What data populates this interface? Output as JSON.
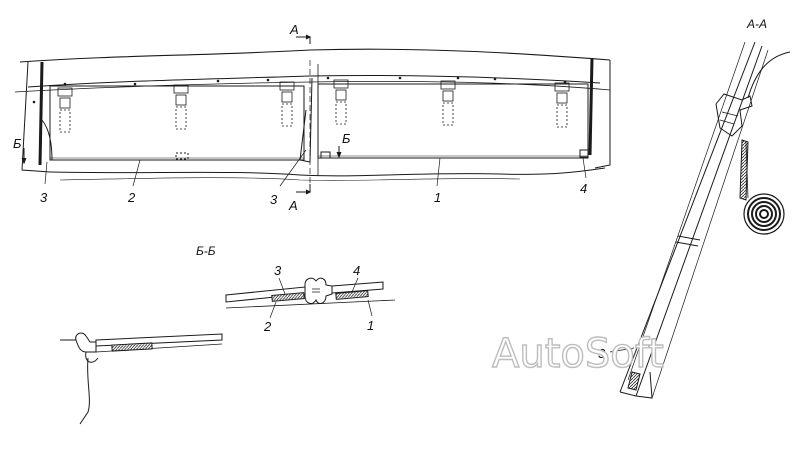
{
  "labels": {
    "panel_main_right": "1",
    "panel_main_left": "2",
    "seal_left": "3",
    "seal_center": "3",
    "bracket_right": "4",
    "section_a_top": "А",
    "section_a_bottom": "А",
    "section_b_left": "Б",
    "section_b_center": "Б"
  },
  "section_titles": {
    "aa": "А-А",
    "bb": "Б-Б"
  },
  "detail_bb_labels": {
    "n3": "3",
    "n4": "4",
    "n2": "2",
    "n1": "1"
  },
  "detail_aa_labels": {
    "n3": "3"
  },
  "watermark": "AutoSoft",
  "colors": {
    "line": "#1a1a1a",
    "hatch": "#333333",
    "watermark_stroke": "#bdbdbd"
  }
}
